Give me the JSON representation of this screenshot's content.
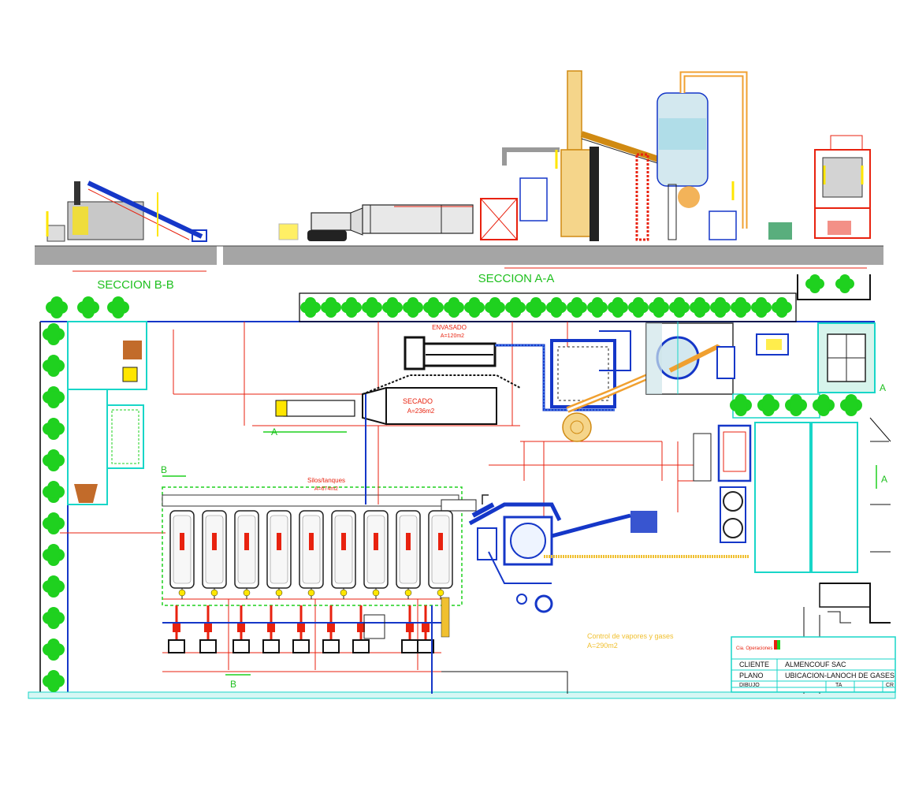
{
  "sections": {
    "bb_title": "SECCION B-B",
    "aa_title": "SECCION A-A"
  },
  "plan": {
    "section_marker_a": "A",
    "section_marker_b": "B",
    "area_secado": "SECADO",
    "area_secado_value": "A=236m2",
    "area_envasado_title": "ENVASADO",
    "area_envasado_value": "A=120m2",
    "area_silos_title": "Silos/tanques",
    "area_silos_value": "A=674m2",
    "control_vapores": "Control de vapores y gases",
    "control_vapores_area": "A=290m2"
  },
  "title_block": {
    "company": "Cia. Operaciones",
    "rows": [
      {
        "label": "CLIENTE",
        "value": "ALMENCOUF SAC"
      },
      {
        "label": "PLANO",
        "value": "UBICACION-LANOCH DE GASES"
      },
      {
        "label": "DIBUJO",
        "value": "TA"
      },
      {
        "label": "",
        "value": ""
      }
    ],
    "sheet_code": "CR"
  },
  "colors": {
    "tree": "#1fd11f",
    "red_line": "#e8220f",
    "blue_line": "#1537c8",
    "orange": "#f0a030",
    "cyan": "#18d6c8",
    "yellow": "#ffe600",
    "ground": "#9a9a9a",
    "section_text": "#1fc01f"
  }
}
